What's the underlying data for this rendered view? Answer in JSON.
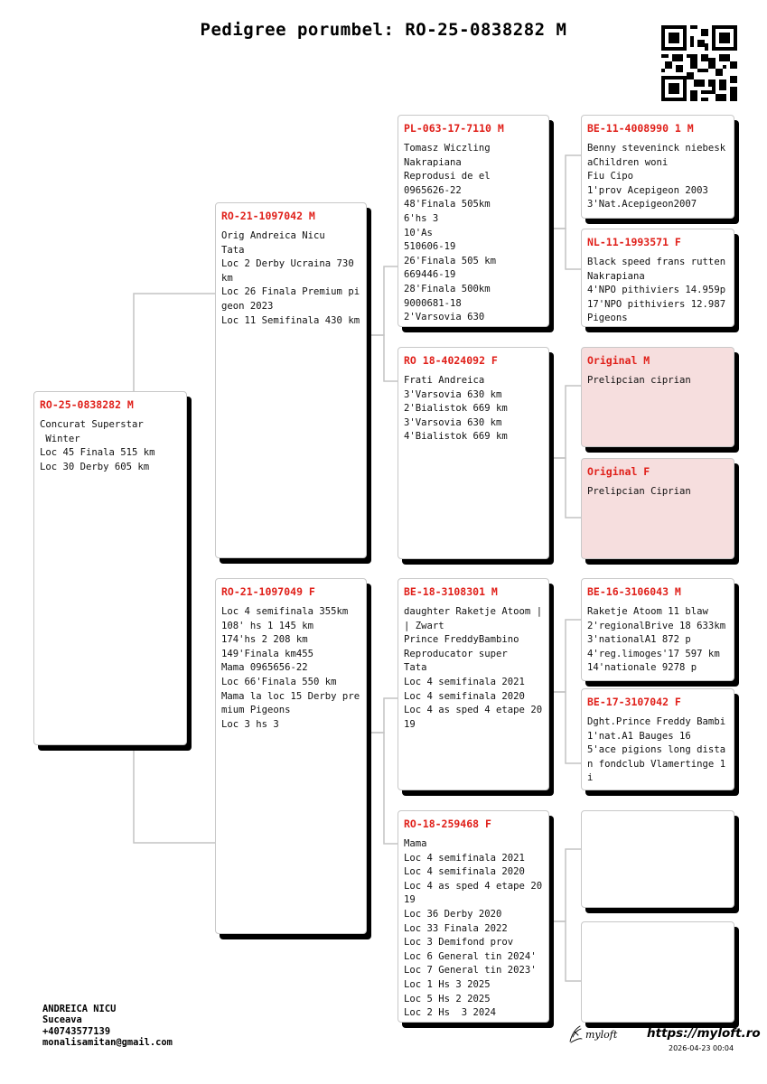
{
  "page": {
    "title": "Pedigree porumbel: RO-25-0838282 M"
  },
  "subject": {
    "ring": "RO-25-0838282 M",
    "lines": [
      "Concurat Superstar",
      " Winter",
      "Loc 45 Finala 515 km",
      "Loc 30 Derby 605 km"
    ]
  },
  "father": {
    "ring": "RO-21-1097042 M",
    "lines": [
      "Orig Andreica Nicu",
      "Tata",
      "Loc 2 Derby Ucraina 730",
      "km",
      "Loc 26 Finala Premium pi",
      "geon 2023",
      "Loc 11 Semifinala 430 km"
    ]
  },
  "mother": {
    "ring": "RO-21-1097049 F",
    "lines": [
      "Loc 4 semifinala 355km",
      "108' hs 1 145 km",
      "174'hs 2 208 km",
      "149'Finala km455",
      "Mama 0965656-22",
      "Loc 66'Finala 550 km",
      "Mama la loc 15 Derby pre",
      "mium Pigeons",
      "Loc 3 hs 3"
    ]
  },
  "ff": {
    "ring": "PL-063-17-7110 M",
    "lines": [
      "Tomasz Wiczling",
      "Nakrapiana",
      "Reprodusi de el",
      "0965626-22",
      "48'Finala 505km",
      "6'hs 3",
      "10'As",
      "510606-19",
      "26'Finala 505 km",
      "669446-19",
      "28'Finala 500km",
      "9000681-18",
      "2'Varsovia 630"
    ]
  },
  "fm": {
    "ring": "RO 18-4024092 F",
    "lines": [
      "Frati Andreica",
      "3'Varsovia 630 km",
      "2'Bialistok 669 km",
      "3'Varsovia 630 km",
      "4'Bialistok 669 km"
    ]
  },
  "mf": {
    "ring": "BE-18-3108301 M",
    "lines": [
      "daughter Raketje Atoom |",
      "| Zwart",
      "Prince FreddyBambino",
      "Reproducator super",
      "Tata",
      "Loc 4 semifinala 2021",
      "Loc 4 semifinala 2020",
      "Loc 4 as sped 4 etape 20",
      "19"
    ]
  },
  "mm": {
    "ring": "RO-18-259468 F",
    "lines": [
      "Mama",
      "Loc 4 semifinala 2021",
      "Loc 4 semifinala 2020",
      "Loc 4 as sped 4 etape 20",
      "19",
      "Loc 36 Derby 2020",
      "Loc 33 Finala 2022",
      "Loc 3 Demifond prov",
      "Loc 6 General tin 2024'",
      "Loc 7 General tin 2023'",
      "Loc 1 Hs 3 2025",
      "Loc 5 Hs 2 2025",
      "Loc 2 Hs  3 2024"
    ]
  },
  "fff": {
    "ring": "BE-11-4008990 1 M",
    "lines": [
      "Benny steveninck niebesk",
      "aChildren woni",
      "Fiu Cipo",
      "1'prov Acepigeon 2003",
      "3'Nat.Acepigeon2007"
    ]
  },
  "ffm": {
    "ring": "NL-11-1993571 F",
    "lines": [
      "Black speed frans rutten",
      "Nakrapiana",
      "4'NPO pithiviers 14.959p",
      "17'NPO pithiviers 12.987",
      "Pigeons"
    ]
  },
  "fmf": {
    "ring": "Original M",
    "lines": [
      "Prelipcian ciprian"
    ]
  },
  "fmm": {
    "ring": "Original F",
    "lines": [
      "Prelipcian Ciprian"
    ]
  },
  "mff": {
    "ring": "BE-16-3106043 M",
    "lines": [
      "Raketje Atoom 11 blaw",
      "2'regionalBrive 18 633km",
      "3'nationalA1 872 p",
      "4'reg.limoges'17 597 km",
      "14'nationale 9278 p"
    ]
  },
  "mfm": {
    "ring": "BE-17-3107042 F",
    "lines": [
      "Dght.Prince Freddy Bambi",
      "1'nat.A1 Bauges 16",
      "5'ace pigions long dista",
      "n fondclub Vlamertinge 1",
      "i"
    ]
  },
  "mmf": {
    "ring": "",
    "lines": []
  },
  "mmm": {
    "ring": "",
    "lines": []
  },
  "owner": {
    "name": "ANDREICA NICU",
    "city": "Suceava",
    "phone": "+40743577139",
    "email": "monalisamitan@gmail.com"
  },
  "footer": {
    "logo_text": "myloft",
    "url": "https://myloft.ro",
    "date": "2026-04-23 00:04"
  }
}
